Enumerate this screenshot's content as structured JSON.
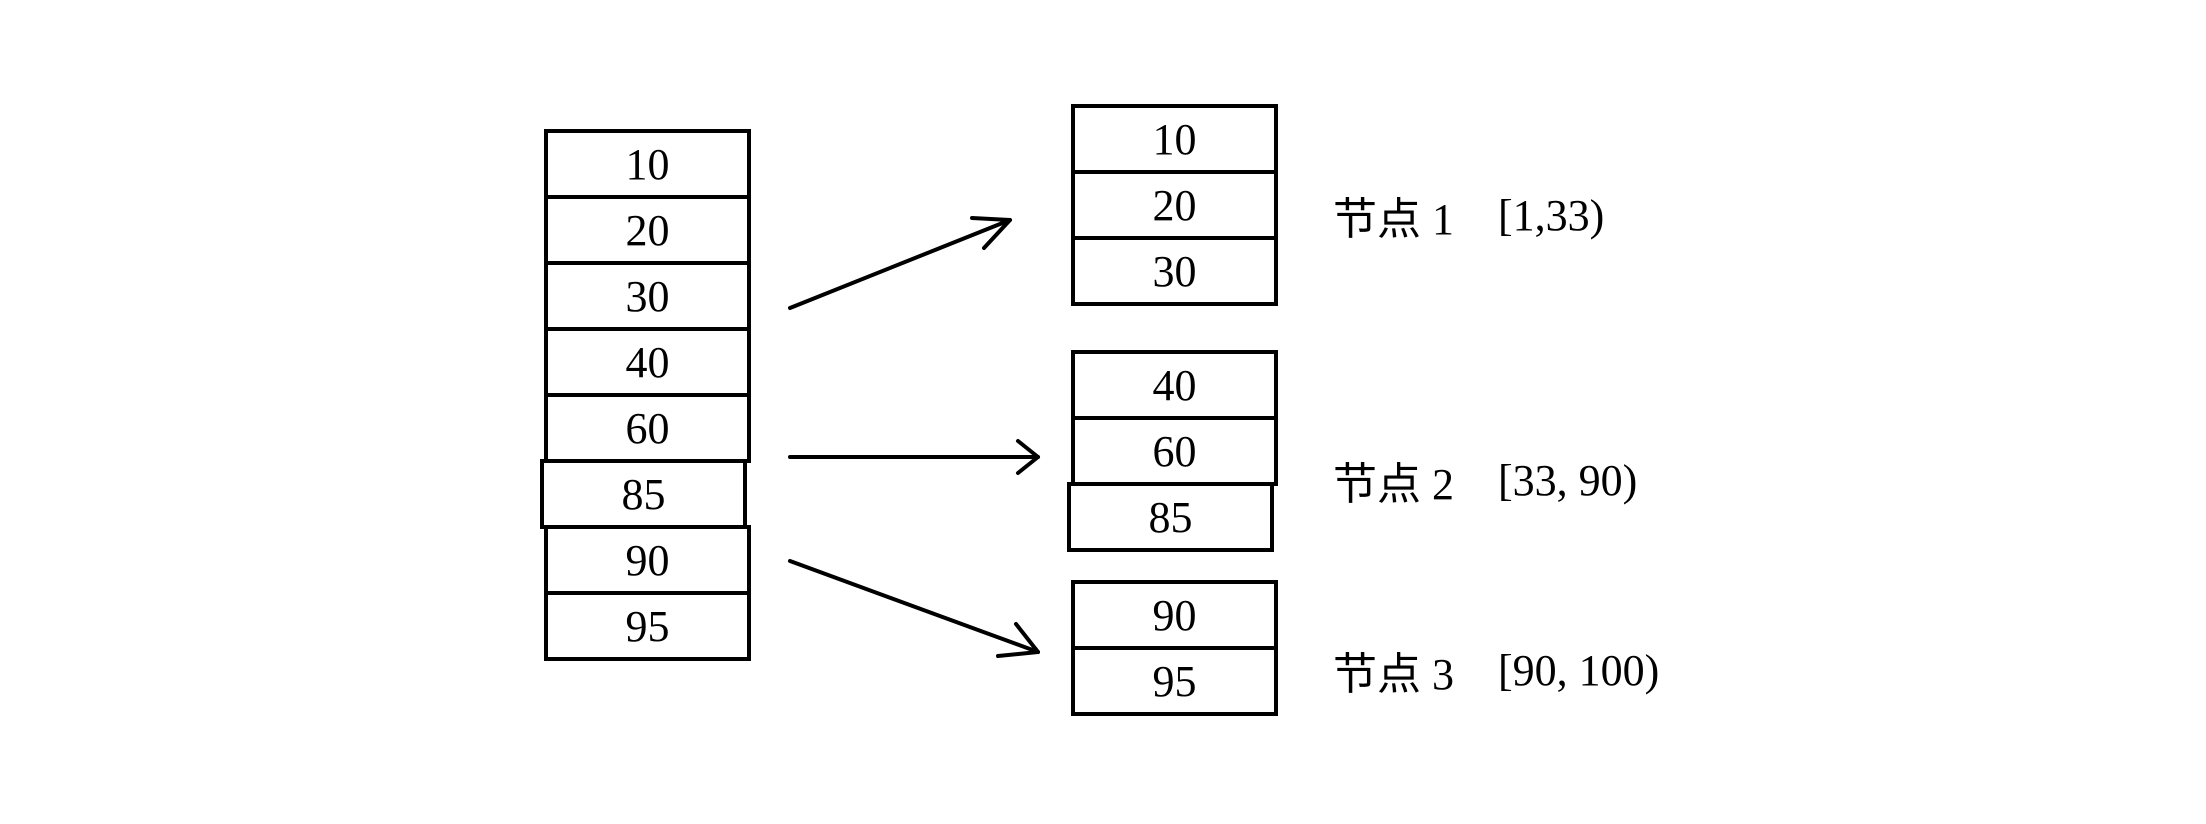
{
  "source": {
    "values": [
      "10",
      "20",
      "30",
      "40",
      "60",
      "85",
      "90",
      "95"
    ]
  },
  "nodes": [
    {
      "name": "节点 1",
      "range": "[1,33)",
      "values": [
        "10",
        "20",
        "30"
      ]
    },
    {
      "name": "节点 2",
      "range": "[33, 90)",
      "values": [
        "40",
        "60",
        "85"
      ]
    },
    {
      "name": "节点 3",
      "range": "[90, 100)",
      "values": [
        "90",
        "95"
      ]
    }
  ]
}
